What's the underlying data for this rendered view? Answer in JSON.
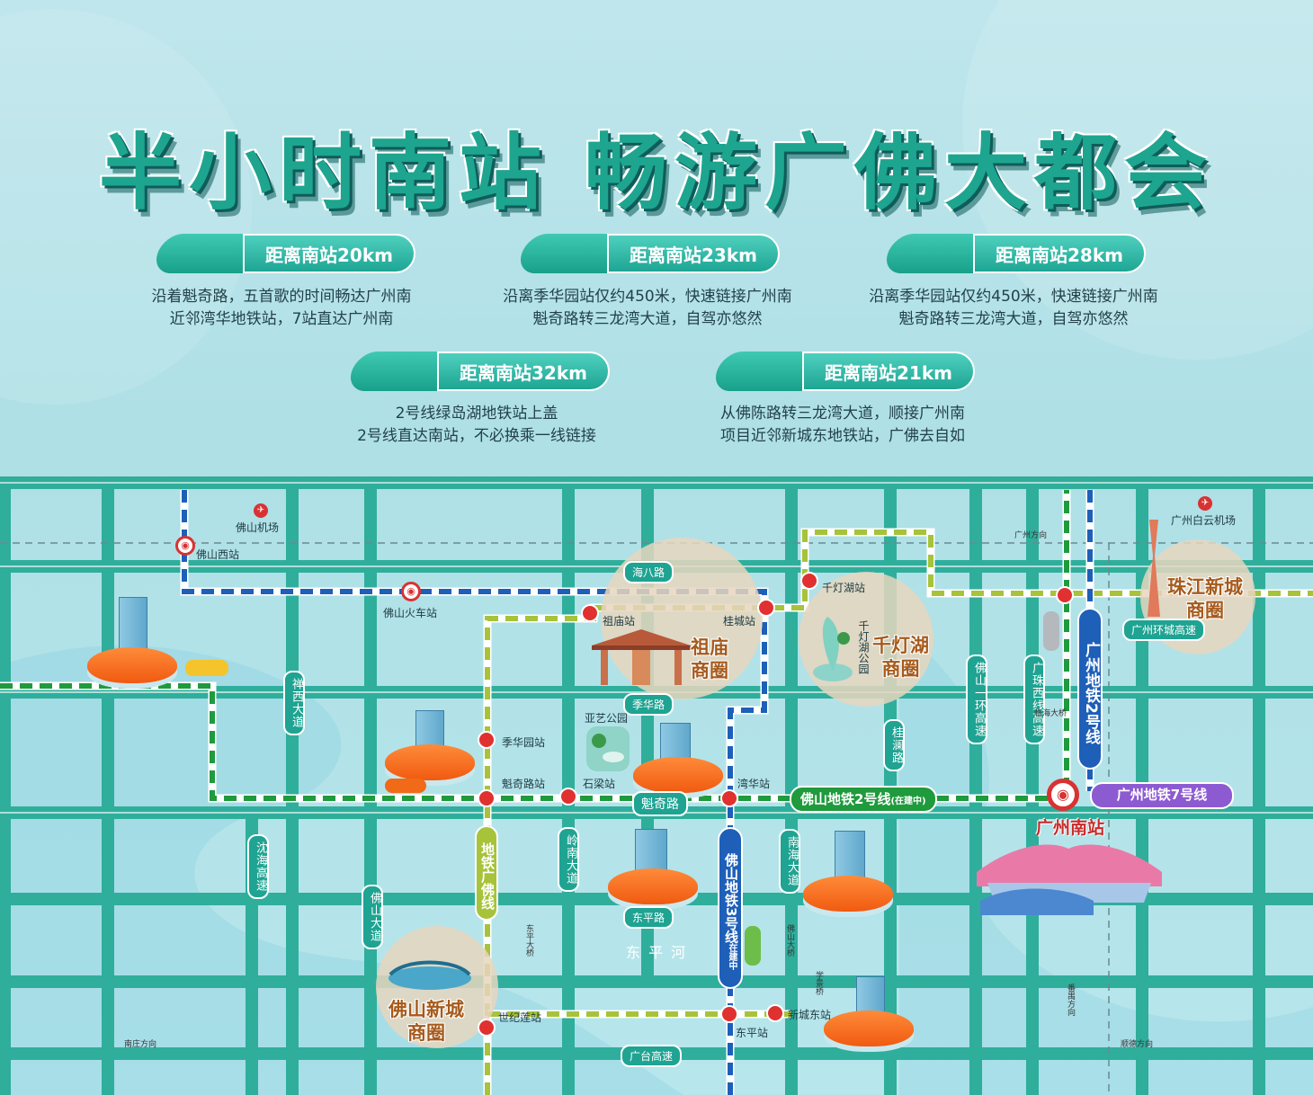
{
  "title": "半小时南站  畅游广佛大都会",
  "cards": [
    {
      "distance": "距离南站20km",
      "desc": [
        "沿着魁奇路，五首歌的时间畅达广州南",
        "近邻湾华地铁站，7站直达广州南"
      ]
    },
    {
      "distance": "距离南站23km",
      "desc": [
        "沿离季华园站仅约450米，快速链接广州南",
        "魁奇路转三龙湾大道，自驾亦悠然"
      ]
    },
    {
      "distance": "距离南站28km",
      "desc": [
        "沿离季华园站仅约450米，快速链接广州南",
        "魁奇路转三龙湾大道，自驾亦悠然"
      ]
    },
    {
      "distance": "距离南站32km",
      "desc": [
        "2号线绿岛湖地铁站上盖",
        "2号线直达南站，不必换乘一线链接"
      ]
    },
    {
      "distance": "距离南站21km",
      "desc": [
        "从佛陈路转三龙湾大道，顺接广州南",
        "项目近邻新城东地铁站，广佛去自如"
      ]
    }
  ],
  "map": {
    "places": {
      "foshan_airport": "佛山机场",
      "foshan_west": "佛山西站",
      "foshan_train": "佛山火车站",
      "baiyun_airport": "广州白云机场",
      "gz_south": "广州南站",
      "zuting": "祖庙站",
      "guicheng": "桂城站",
      "qiandenghu_station": "千灯湖站",
      "jihuayuan": "季华园站",
      "kuiqilu_station": "魁奇路站",
      "shiliang": "石梁站",
      "wanhua": "湾华站",
      "shijilian": "世纪莲站",
      "xinchengdong": "新城东站",
      "dongping": "东平站",
      "yayi_park": "亚艺公园",
      "qiandenghu_park": "千灯湖公园"
    },
    "areas": {
      "zumiao": [
        "祖庙",
        "商圈"
      ],
      "qiandenghu": [
        "千灯湖",
        "商圈"
      ],
      "zhujiang": [
        "珠江新城",
        "商圈"
      ],
      "foshan_xincheng": [
        "佛山新城",
        "商圈"
      ]
    },
    "roads": {
      "haiba": "海八路",
      "jihua": "季华路",
      "kuiqi": "魁奇路",
      "dongping_rd": "东平路",
      "dongping_river": "东 平 河",
      "guangtai": "广台高速",
      "gz_ring": "广州环城高速",
      "chanxi": "禅西大道",
      "shenhai": "沈海高速",
      "foshan_ave": "佛山大道",
      "lingnan": "岭南大道",
      "nanhai": "南海大道",
      "guilan": "桂澜路",
      "foshan_ring1": "佛山一环高速",
      "guangzhu_west": "广珠西线高速",
      "dongping_bridge": "东平大桥",
      "foshan_bridge": "佛山大桥",
      "xuejing_bridge": "学景桥",
      "dir_gz": "广州方向",
      "dir_nanzhuang": "南庄方向",
      "dir_shunde": "顺德方向",
      "dir_panyu": "番禺方向",
      "linhai": "临海大桥"
    },
    "lines": {
      "gf_line": "地铁广佛线",
      "line3": "佛山地铁3号线",
      "line3_note": "在建中",
      "fs_line2": "佛山地铁2号线",
      "fs_line2_note": "(在建中)",
      "gz_line2": "广州地铁2号线",
      "gz_line7": "广州地铁7号线"
    },
    "colors": {
      "road": "#2fae9c",
      "green_line": "#1f9a3c",
      "olive_line": "#a6c33a",
      "blue_line": "#1e5fb8",
      "purple_line": "#8d5bd1",
      "area": "#e6d6be",
      "accent_orange": "#f06a18"
    }
  }
}
